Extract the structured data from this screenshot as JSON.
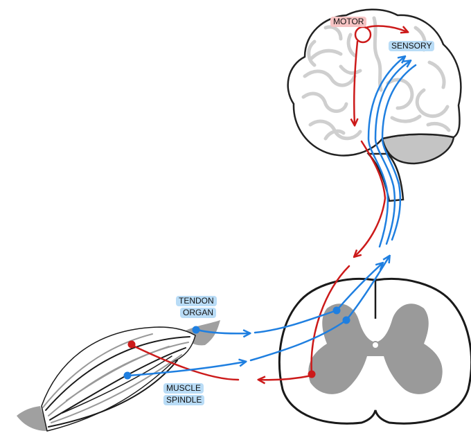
{
  "labels": {
    "motor": "MOTOR",
    "sensory": "SENSORY",
    "tendon_organ_line1": "TENDON",
    "tendon_organ_line2": "ORGAN",
    "muscle_spindle_line1": "MUSCLE",
    "muscle_spindle_line2": "SPINDLE"
  },
  "colors": {
    "motor_pathway": "#cc1a1a",
    "sensory_pathway": "#1f7fe0",
    "motor_label_bg": "#f6c3c3",
    "sensory_label_bg": "#b9dcf6",
    "grey_matter": "#9a9a9a",
    "brain_outline": "#222222",
    "brain_gyri": "#cfcfcf"
  }
}
